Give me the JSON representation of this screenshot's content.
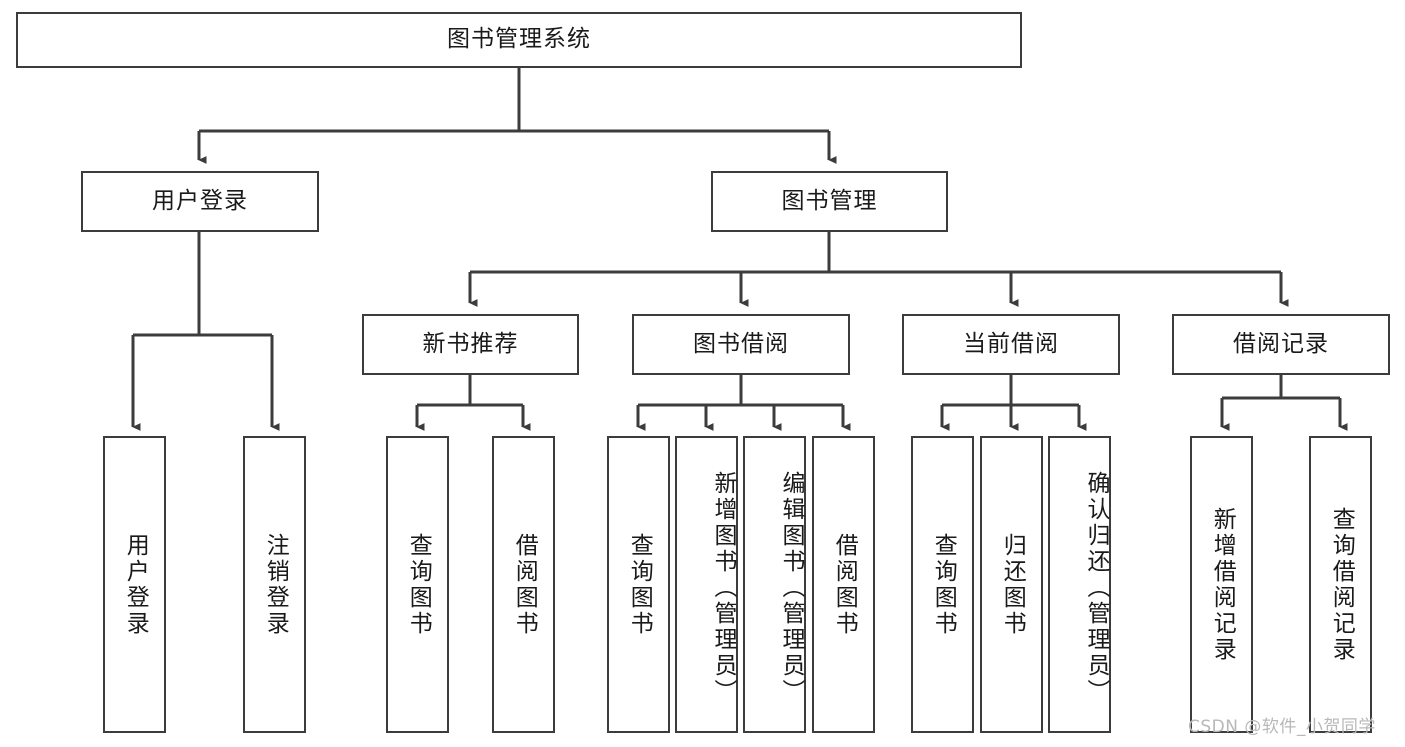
{
  "diagram": {
    "type": "tree-hierarchy-chart",
    "title": "图书管理系统",
    "orientation": "top-down",
    "colors": {
      "box_border": "#3c3c3c",
      "box_fill": "#ffffff",
      "edge": "#3c3c3c",
      "text": "#1a1a1a",
      "watermark": "#b8b8b8"
    },
    "root": {
      "label": "图书管理系统"
    },
    "level2": [
      {
        "label": "用户登录"
      },
      {
        "label": "图书管理"
      }
    ],
    "level3": [
      {
        "label": "新书推荐"
      },
      {
        "label": "图书借阅"
      },
      {
        "label": "当前借阅"
      },
      {
        "label": "借阅记录"
      }
    ],
    "leaves": {
      "user_login": [
        {
          "label": "用户登录"
        },
        {
          "label": "注销登录"
        }
      ],
      "new_book_recommend": [
        {
          "label": "查询图书"
        },
        {
          "label": "借阅图书"
        }
      ],
      "book_borrow": [
        {
          "label": "查询图书"
        },
        {
          "label": "新增图书（管理员）"
        },
        {
          "label": "编辑图书（管理员）"
        },
        {
          "label": "借阅图书"
        }
      ],
      "current_borrow": [
        {
          "label": "查询图书"
        },
        {
          "label": "归还图书"
        },
        {
          "label": "确认归还（管理员）"
        }
      ],
      "borrow_record": [
        {
          "label": "新增借阅记录"
        },
        {
          "label": "查询借阅记录"
        }
      ]
    }
  },
  "watermark": {
    "text": "CSDN @软件_小贺同学"
  }
}
